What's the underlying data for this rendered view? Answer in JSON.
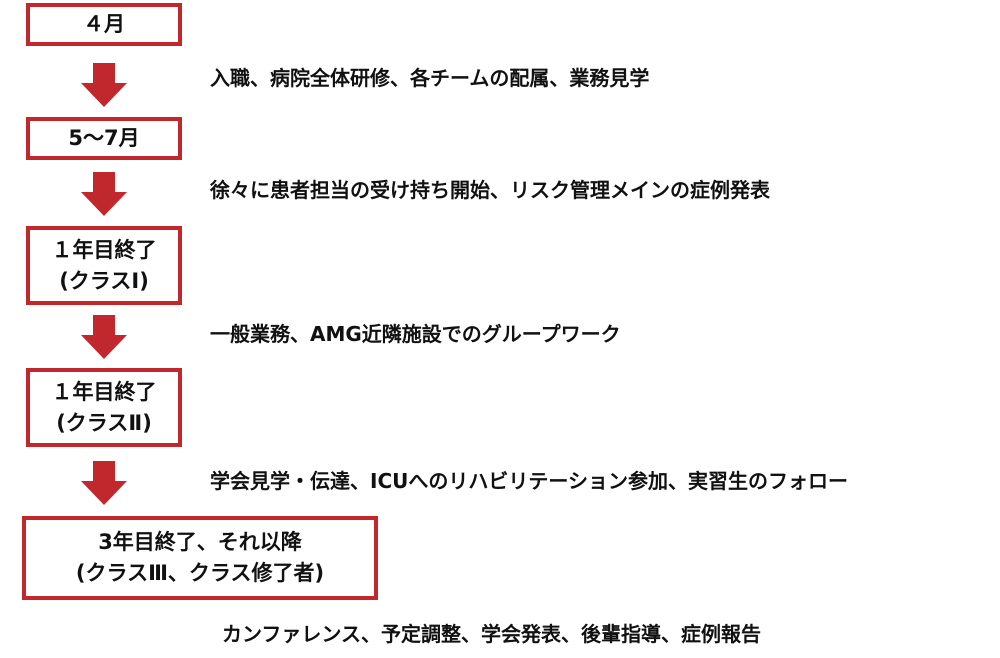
{
  "accent_color": "#c0282d",
  "stages": [
    {
      "lines": [
        "４月"
      ]
    },
    {
      "lines": [
        "5～7月"
      ]
    },
    {
      "lines": [
        "１年目終了",
        "(クラスⅠ)"
      ]
    },
    {
      "lines": [
        "１年目終了",
        "(クラスⅡ)"
      ]
    },
    {
      "lines": [
        "3年目終了、それ以降",
        "(クラスⅢ、クラス修了者)"
      ]
    }
  ],
  "descriptions": [
    "入職、病院全体研修、各チームの配属、業務見学",
    "徐々に患者担当の受け持ち開始、リスク管理メインの症例発表",
    "一般業務、AMG近隣施設でのグループワーク",
    "学会見学・伝達、ICUへのリハビリテーション参加、実習生のフォロー",
    "カンファレンス、予定調整、学会発表、後輩指導、症例報告"
  ]
}
